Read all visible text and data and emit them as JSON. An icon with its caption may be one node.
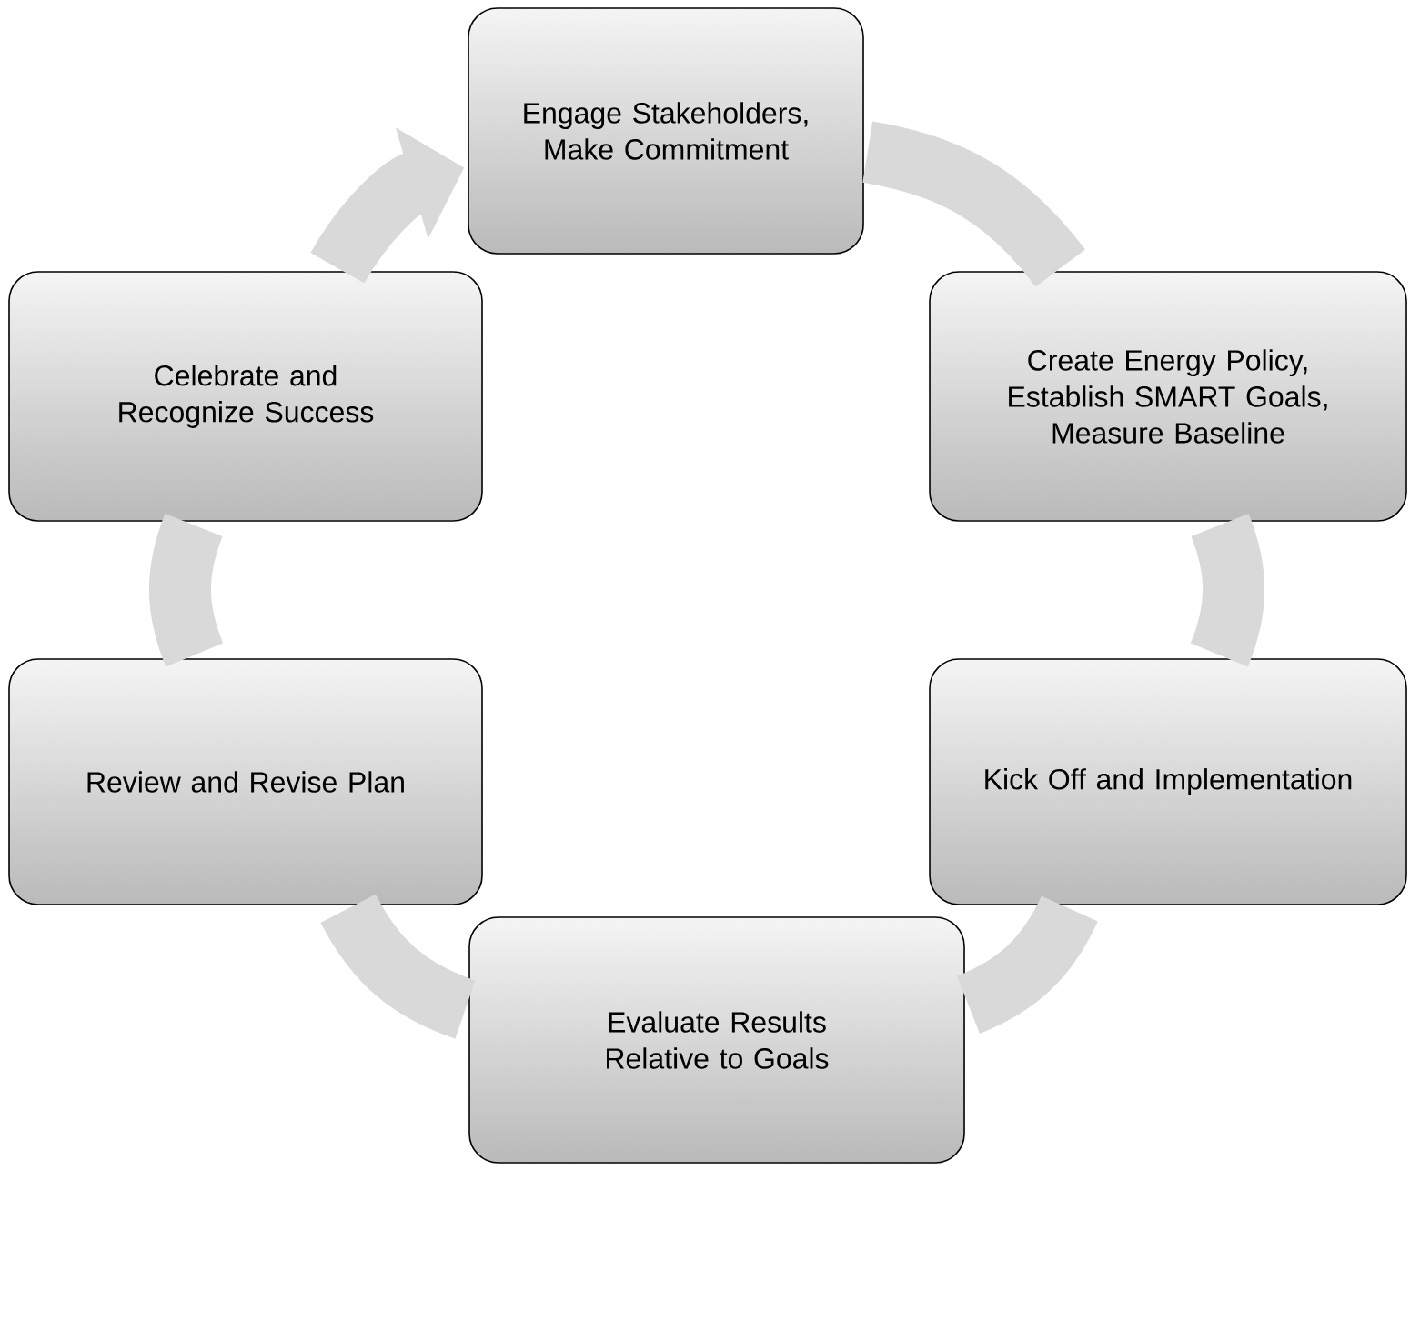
{
  "diagram": {
    "nodes": [
      {
        "text": [
          "Engage Stakeholders, Make Commitment"
        ]
      },
      {
        "text": [
          "Create Energy Policy, Establish SMART Goals, Measure Baseline"
        ]
      },
      {
        "text": [
          "Kick Off and Implementation"
        ]
      },
      {
        "text": [
          "Evaluate Results Relative to Goals"
        ]
      },
      {
        "text": [
          "Review and Revise Plan"
        ]
      },
      {
        "text": [
          "Celebrate and Recognize Success"
        ]
      }
    ],
    "edges": [
      {
        "from": 0,
        "to": 1,
        "arrow": "none"
      },
      {
        "from": 1,
        "to": 2,
        "arrow": "none"
      },
      {
        "from": 2,
        "to": 3,
        "arrow": "none"
      },
      {
        "from": 3,
        "to": 4,
        "arrow": "none"
      },
      {
        "from": 4,
        "to": 5,
        "arrow": "none"
      },
      {
        "from": 5,
        "to": 0,
        "arrow": "to"
      }
    ]
  }
}
